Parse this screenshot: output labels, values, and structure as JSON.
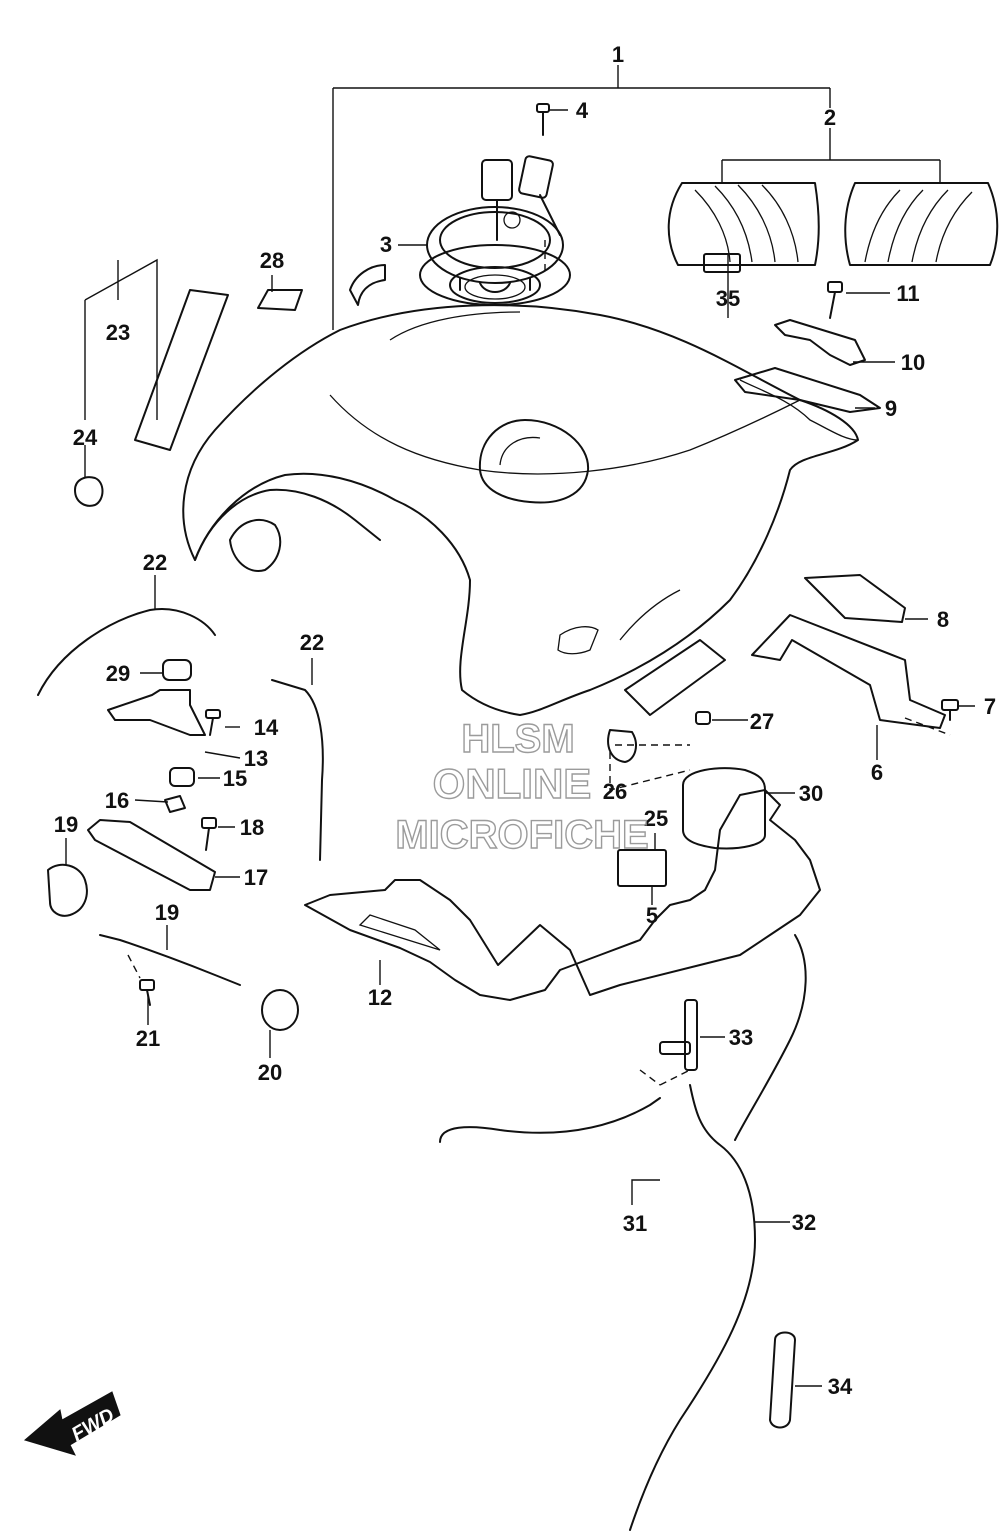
{
  "callouts": [
    {
      "id": "c1",
      "label": "1"
    },
    {
      "id": "c2",
      "label": "2"
    },
    {
      "id": "c3",
      "label": "3"
    },
    {
      "id": "c4",
      "label": "4"
    },
    {
      "id": "c5",
      "label": "5"
    },
    {
      "id": "c6",
      "label": "6"
    },
    {
      "id": "c7",
      "label": "7"
    },
    {
      "id": "c8",
      "label": "8"
    },
    {
      "id": "c9",
      "label": "9"
    },
    {
      "id": "c10",
      "label": "10"
    },
    {
      "id": "c11",
      "label": "11"
    },
    {
      "id": "c12",
      "label": "12"
    },
    {
      "id": "c13",
      "label": "13"
    },
    {
      "id": "c14",
      "label": "14"
    },
    {
      "id": "c15",
      "label": "15"
    },
    {
      "id": "c16",
      "label": "16"
    },
    {
      "id": "c17",
      "label": "17"
    },
    {
      "id": "c18",
      "label": "18"
    },
    {
      "id": "c19a",
      "label": "19"
    },
    {
      "id": "c19b",
      "label": "19"
    },
    {
      "id": "c20",
      "label": "20"
    },
    {
      "id": "c21",
      "label": "21"
    },
    {
      "id": "c22a",
      "label": "22"
    },
    {
      "id": "c22b",
      "label": "22"
    },
    {
      "id": "c23",
      "label": "23"
    },
    {
      "id": "c24",
      "label": "24"
    },
    {
      "id": "c25",
      "label": "25"
    },
    {
      "id": "c26",
      "label": "26"
    },
    {
      "id": "c27",
      "label": "27"
    },
    {
      "id": "c28",
      "label": "28"
    },
    {
      "id": "c29",
      "label": "29"
    },
    {
      "id": "c30",
      "label": "30"
    },
    {
      "id": "c31",
      "label": "31"
    },
    {
      "id": "c32",
      "label": "32"
    },
    {
      "id": "c33",
      "label": "33"
    },
    {
      "id": "c34",
      "label": "34"
    },
    {
      "id": "c35",
      "label": "35"
    }
  ],
  "watermark": {
    "line1": "HLSM",
    "line2": "ONLINE",
    "line3": "MICROFICHE"
  },
  "fwd_badge": "FWD"
}
